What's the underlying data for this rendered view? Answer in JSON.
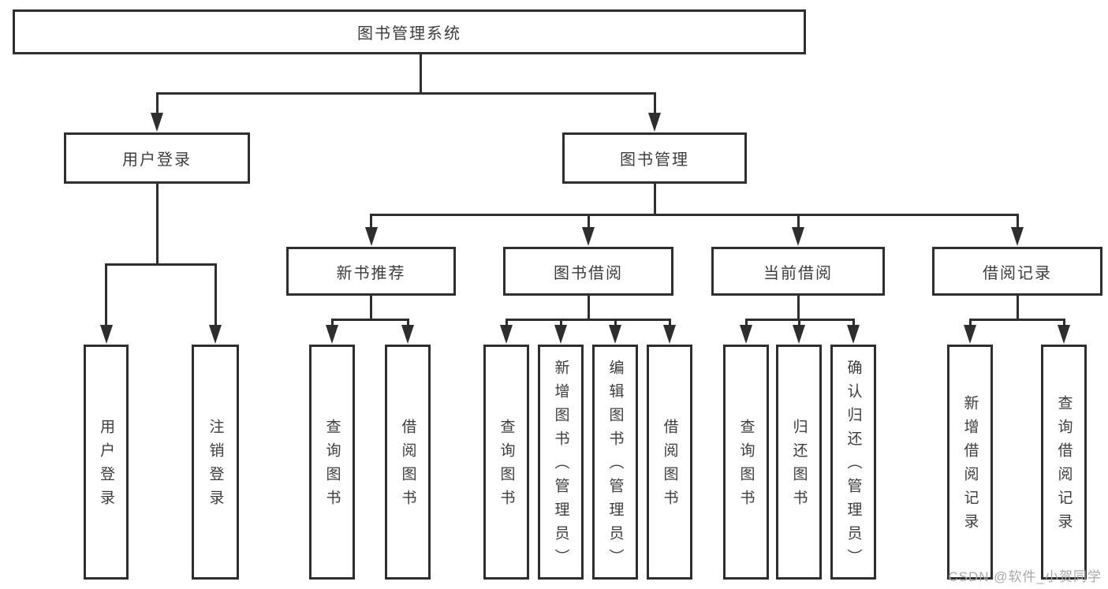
{
  "page": {
    "background": "#ffffff"
  },
  "colors": {
    "line": "#2e2e2e",
    "box_border": "#2e2e2e",
    "box_fill": "#ffffff",
    "label_text": "#3d3d3d",
    "watermark_text": "#a9a9a9"
  },
  "diagram": {
    "type": "hierarchy-tree",
    "root": {
      "label": "图书管理系统"
    },
    "level2": [
      {
        "label": "用户登录"
      },
      {
        "label": "图书管理"
      }
    ],
    "level3": [
      {
        "label": "新书推荐",
        "parent": "图书管理"
      },
      {
        "label": "图书借阅",
        "parent": "图书管理"
      },
      {
        "label": "当前借阅",
        "parent": "图书管理"
      },
      {
        "label": "借阅记录",
        "parent": "图书管理"
      }
    ],
    "leaves": {
      "user_login": [
        {
          "label": "用户登录"
        },
        {
          "label": "注销登录"
        }
      ],
      "new_book_rec": [
        {
          "label": "查询图书"
        },
        {
          "label": "借阅图书"
        }
      ],
      "book_borrow": [
        {
          "label": "查询图书"
        },
        {
          "label": "新增图书（管理员）"
        },
        {
          "label": "编辑图书（管理员）"
        },
        {
          "label": "借阅图书"
        }
      ],
      "current_borrow": [
        {
          "label": "查询图书"
        },
        {
          "label": "归还图书"
        },
        {
          "label": "确认归还（管理员）"
        }
      ],
      "borrow_records": [
        {
          "label": "新增借阅记录"
        },
        {
          "label": "查询借阅记录"
        }
      ]
    }
  },
  "watermark": {
    "text": "CSDN @软件_小贺同学"
  }
}
